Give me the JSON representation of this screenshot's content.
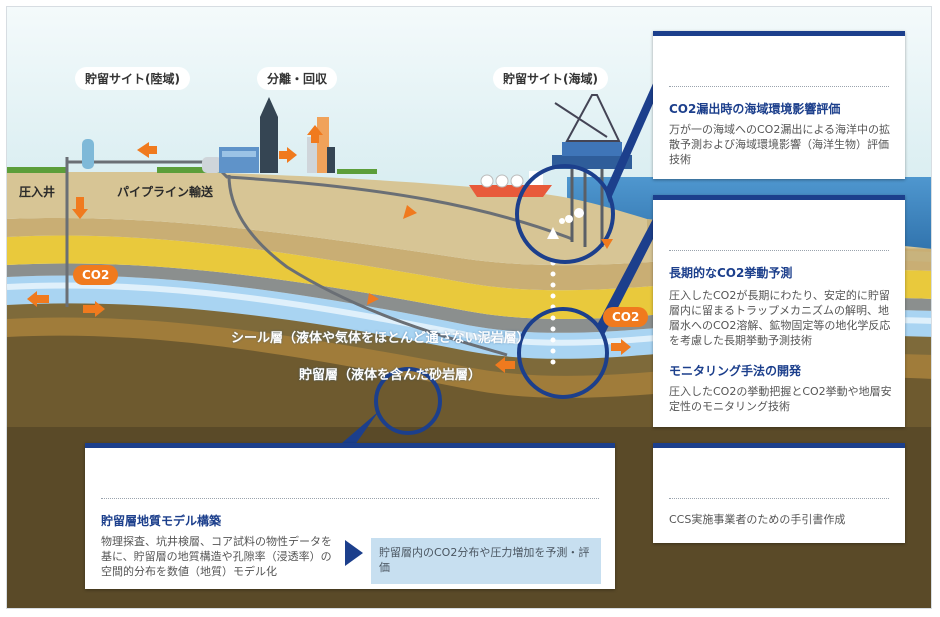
{
  "labels": {
    "storage_land": "貯留サイト(陸域)",
    "separation": "分離・回収",
    "storage_sea": "貯留サイト(海域)",
    "injection_well": "圧入井",
    "pipeline": "パイプライン輸送",
    "co2_left": "CO2",
    "co2_right": "CO2",
    "seal_layer": "シール層（液体や気体をほとんど通さない泥岩層）",
    "reservoir_layer": "貯留層（液体を含んだ砂岩層）"
  },
  "cards": {
    "leak": {
      "title": "CO2漏出時の海域環境影響評価",
      "body": "万が一の海域へのCO2漏出による海洋中の拡散予測および海域環境影響（海洋生物）評価技術"
    },
    "behavior": {
      "title": "長期的なCO2挙動予測",
      "body": "圧入したCO2が長期にわたり、安定的に貯留層内に留まるトラップメカニズムの解明、地層水へのCO2溶解、鉱物固定等の地化学反応を考慮した長期挙動予測技術"
    },
    "monitoring": {
      "title": "モニタリング手法の開発",
      "body": "圧入したCO2の挙動把握とCO2挙動や地層安定性のモニタリング技術"
    },
    "model": {
      "title": "貯留層地質モデル構築",
      "body": "物理探査、坑井検層、コア試料の物性データを基に、貯留層の地質構造や孔隙率（浸透率）の空間的分布を数値（地質）モデル化",
      "result": "貯留層内のCO2分布や圧力増加を予測・評価"
    },
    "manual": {
      "body": "CCS実施事業者のための手引書作成"
    }
  },
  "colors": {
    "card_accent": "#1c3f8c",
    "arrow": "#f07a1e",
    "sea": "#3f88c4",
    "seal_layer": "#e9c93c",
    "reservoir": "#a9d4f2"
  }
}
